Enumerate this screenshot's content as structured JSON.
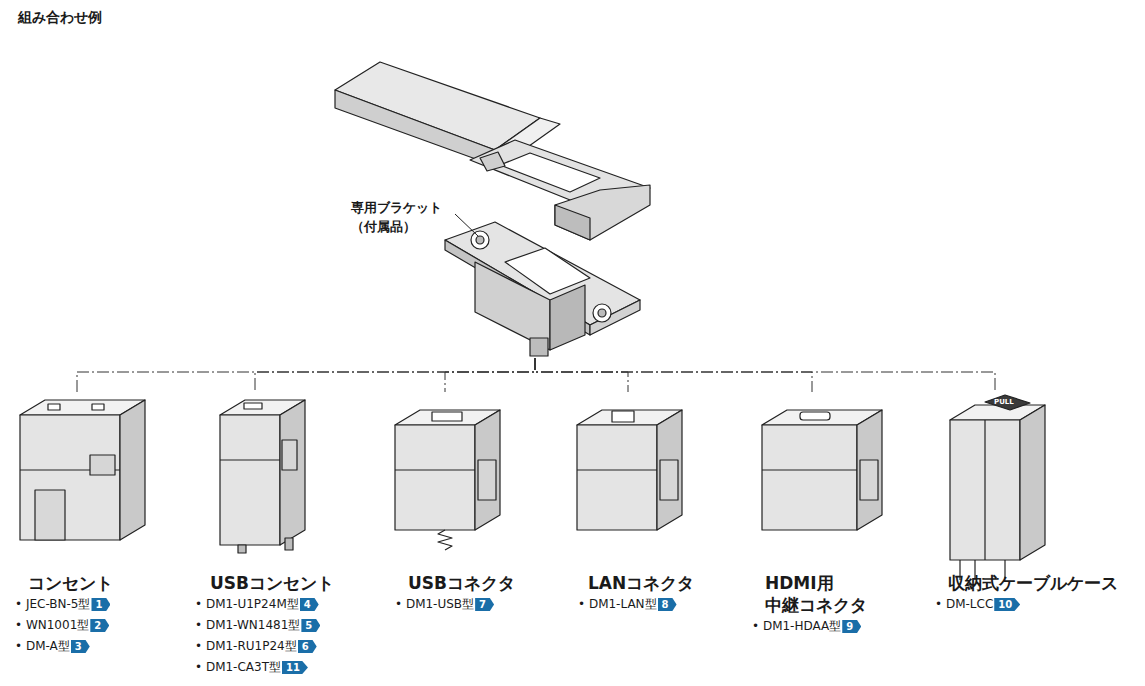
{
  "diagram": {
    "title": "組み合わせ例",
    "nodes": [
      {
        "text": [
          "専用ブラケット （付属品）"
        ]
      },
      {
        "text": [
          "コンセント",
          "• JEC-BN-5型",
          "1",
          "• WN1001型",
          "2",
          "• DM-A型",
          "3"
        ]
      },
      {
        "text": [
          "USBコンセント",
          "• DM1-U1P24M型",
          "4",
          "• DM1-WN1481型",
          "5",
          "• DM1-RU1P24型",
          "6",
          "• DM1-CA3T型",
          "11"
        ]
      },
      {
        "text": [
          "USBコネクタ",
          "• DM1-USB型",
          "7"
        ]
      },
      {
        "text": [
          "LANコネクタ",
          "• DM1-LAN型",
          "8"
        ]
      },
      {
        "text": [
          "HDMI用 中継コネクタ",
          "• DM1-HDAA型",
          "9"
        ]
      },
      {
        "text": [
          "収納式ケーブルケース",
          "• DM-LCC",
          "10"
        ]
      }
    ],
    "edges": [
      {
        "from": 0,
        "to": 1,
        "arrow": "none"
      },
      {
        "from": 0,
        "to": 2,
        "arrow": "none"
      },
      {
        "from": 0,
        "to": 3,
        "arrow": "none"
      },
      {
        "from": 0,
        "to": 4,
        "arrow": "none"
      },
      {
        "from": 0,
        "to": 5,
        "arrow": "none"
      },
      {
        "from": 0,
        "to": 6,
        "arrow": "none"
      }
    ],
    "labels": [
      "PULL"
    ]
  }
}
